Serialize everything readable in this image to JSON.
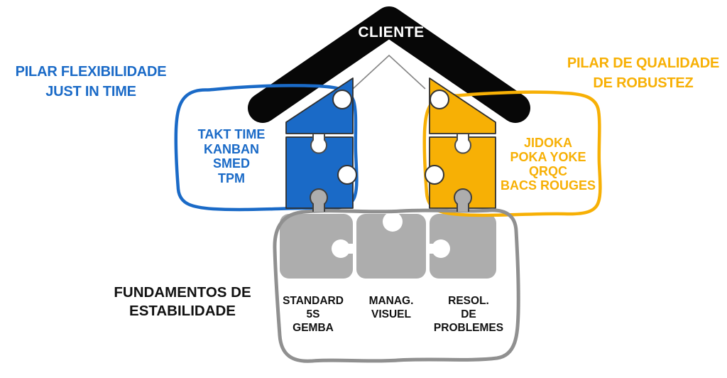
{
  "diagram": {
    "roof_label": "CLIENTE",
    "left_pillar": {
      "heading_line1": "PILAR FLEXIBILIDADE",
      "heading_line2": "JUST IN TIME",
      "tools": [
        "TAKT TIME",
        "KANBAN",
        "SMED",
        "TPM"
      ]
    },
    "right_pillar": {
      "heading_line1": "PILAR DE QUALIDADE",
      "heading_line2": "DE ROBUSTEZ",
      "tools": [
        "JIDOKA",
        "POKA YOKE",
        "QRQC",
        "BACS ROUGES"
      ]
    },
    "foundation": {
      "heading_line1": "FUNDAMENTOS DE",
      "heading_line2": "ESTABILIDADE",
      "blocks": [
        {
          "lines": [
            "STANDARD",
            "5S",
            "GEMBA"
          ]
        },
        {
          "lines": [
            "MANAG.",
            "VISUEL"
          ]
        },
        {
          "lines": [
            "RESOL.",
            "DE",
            "PROBLEMES"
          ]
        }
      ]
    },
    "colors": {
      "pillar_blue": "#1a6ac7",
      "pillar_yellow": "#f7b005",
      "foundation_gray": "#adadad",
      "frame_gray": "#909090",
      "roof_black": "#070707"
    }
  }
}
